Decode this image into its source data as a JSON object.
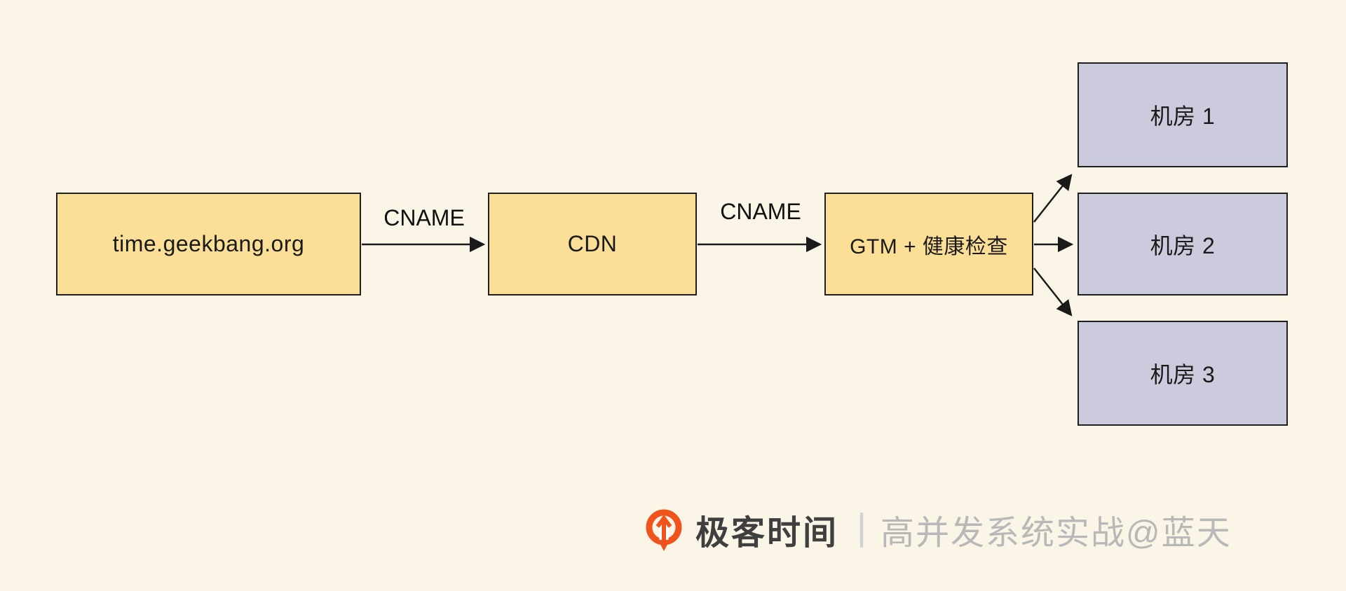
{
  "diagram": {
    "nodes": {
      "source": {
        "label": "time.geekbang.org"
      },
      "cdn": {
        "label": "CDN"
      },
      "gtm": {
        "label": "GTM + 健康检查"
      },
      "dc1": {
        "label": "机房 1"
      },
      "dc2": {
        "label": "机房 2"
      },
      "dc3": {
        "label": "机房 3"
      }
    },
    "edges": {
      "source_to_cdn": {
        "label": "CNAME"
      },
      "cdn_to_gtm": {
        "label": "CNAME"
      },
      "gtm_to_dc1": {
        "label": ""
      },
      "gtm_to_dc2": {
        "label": ""
      },
      "gtm_to_dc3": {
        "label": ""
      }
    }
  },
  "watermark": {
    "brand": "极客时间",
    "separator": "|",
    "caption": "高并发系统实战@蓝天"
  },
  "colors": {
    "background": "#FAF5E6",
    "node_yellow": "#FBDF96",
    "node_gray": "#CBCBDD",
    "border": "#1f1f1f",
    "arrow": "#1a1a1a",
    "brand_orange": "#F0531C",
    "brand_text": "#3f3f3f",
    "caption_gray": "#b8b8b8"
  }
}
